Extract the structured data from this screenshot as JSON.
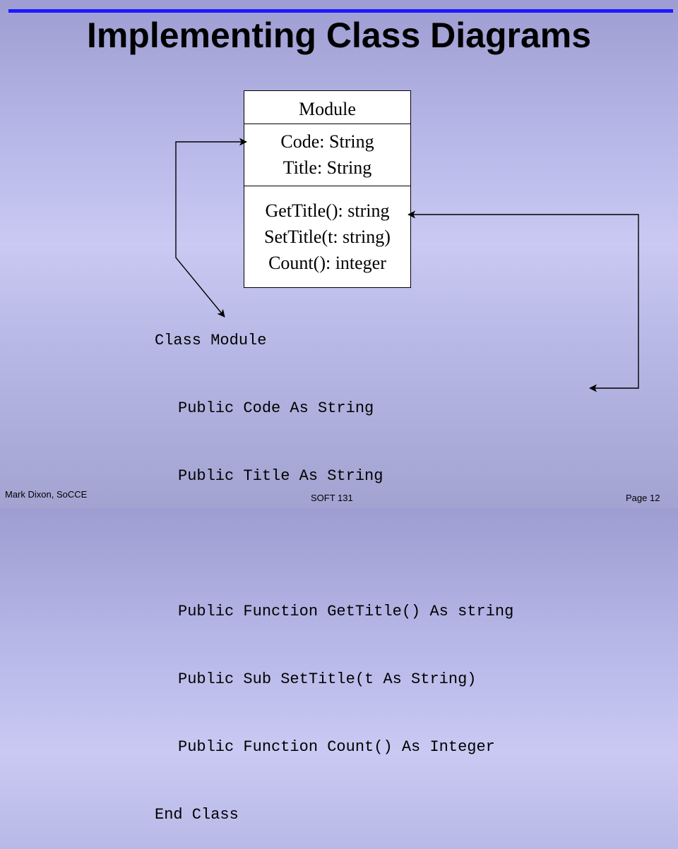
{
  "title": "Implementing Class Diagrams",
  "uml_class": {
    "name": "Module",
    "attributes": [
      "Code: String",
      "Title: String"
    ],
    "operations": [
      "GetTitle(): string",
      "SetTitle(t: string)",
      "Count(): integer"
    ]
  },
  "code": [
    "Class Module",
    "Public Code As String",
    "Public Title As String",
    "",
    "Public Function GetTitle() As string",
    "Public Sub SetTitle(t As String)",
    "Public Function Count() As Integer",
    "End Class"
  ],
  "footer": {
    "author": "Mark Dixon, SoCCE",
    "course": "SOFT 131",
    "page": "Page 12"
  }
}
